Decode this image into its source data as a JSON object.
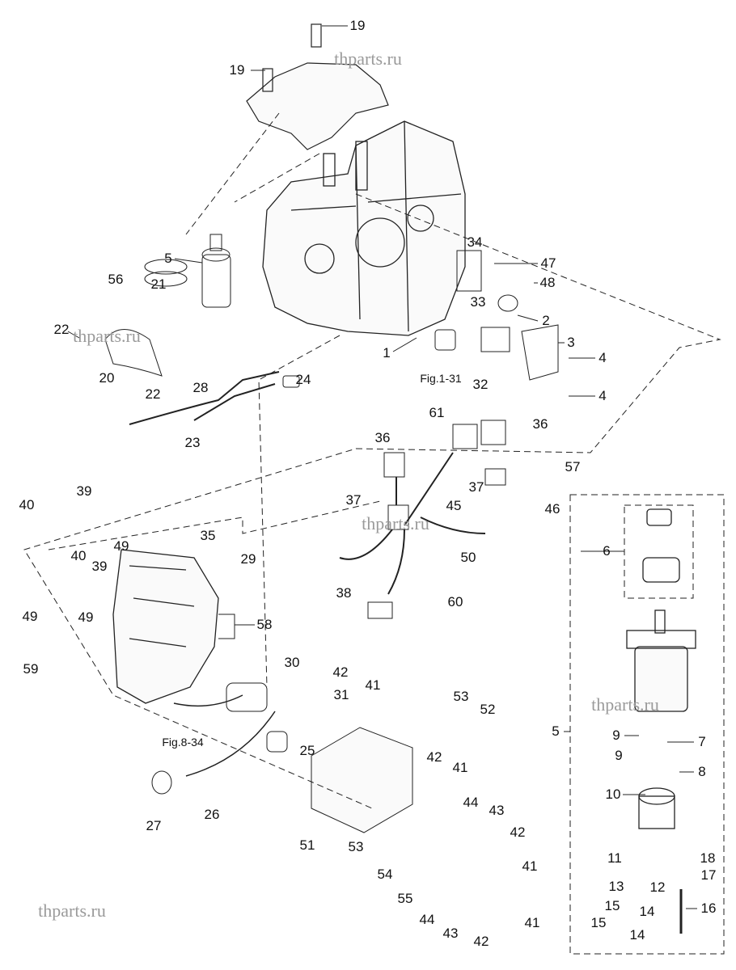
{
  "watermark": "thparts.ru",
  "figure_refs": [
    "Fig.1-31",
    "Fig.8-34"
  ],
  "labels": [
    "19",
    "19",
    "5",
    "56",
    "21",
    "22",
    "20",
    "22",
    "28",
    "24",
    "23",
    "34",
    "47",
    "48",
    "33",
    "2",
    "3",
    "4",
    "4",
    "1",
    "32",
    "61",
    "36",
    "36",
    "37",
    "37",
    "57",
    "45",
    "46",
    "50",
    "38",
    "60",
    "40",
    "39",
    "49",
    "35",
    "29",
    "40",
    "39",
    "49",
    "49",
    "58",
    "59",
    "42",
    "41",
    "30",
    "31",
    "25",
    "26",
    "27",
    "51",
    "53",
    "52",
    "42",
    "41",
    "44",
    "43",
    "42",
    "41",
    "53",
    "54",
    "55",
    "44",
    "43",
    "42",
    "41",
    "6",
    "5",
    "9",
    "7",
    "9",
    "8",
    "10",
    "11",
    "12",
    "13",
    "14",
    "15",
    "15",
    "14",
    "18",
    "17",
    "16"
  ]
}
